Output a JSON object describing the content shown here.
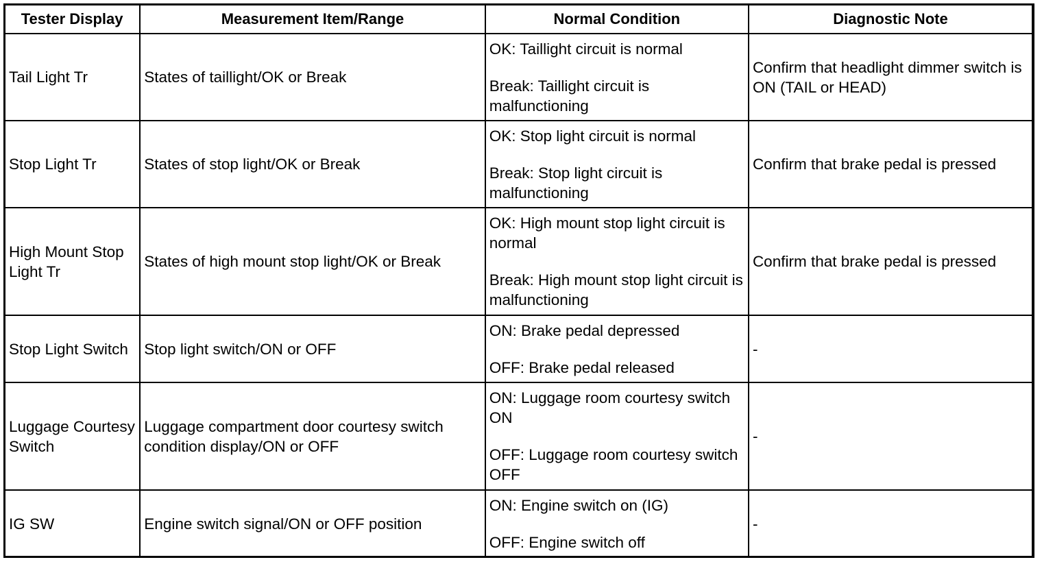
{
  "headers": [
    "Tester Display",
    "Measurement Item/Range",
    "Normal Condition",
    "Diagnostic Note"
  ],
  "rows": [
    {
      "tester": "Tail Light Tr",
      "item": "States of taillight/OK or Break",
      "cond1": "OK: Taillight circuit is normal",
      "cond2": "Break: Taillight circuit is malfunctioning",
      "note": "Confirm that headlight dimmer switch is ON (TAIL or HEAD)"
    },
    {
      "tester": "Stop Light Tr",
      "item": "States of stop light/OK or Break",
      "cond1": "OK: Stop light circuit is normal",
      "cond2": "Break: Stop light circuit is malfunctioning",
      "note": "Confirm that brake pedal is pressed"
    },
    {
      "tester": "High Mount Stop Light Tr",
      "item": "States of high mount stop light/OK or Break",
      "cond1": "OK: High mount stop light circuit is normal",
      "cond2": "Break: High mount stop light circuit is malfunctioning",
      "note": "Confirm that brake pedal is pressed"
    },
    {
      "tester": "Stop Light Switch",
      "item": "Stop light switch/ON or OFF",
      "cond1": "ON: Brake pedal depressed",
      "cond2": "OFF: Brake pedal released",
      "note": "-"
    },
    {
      "tester": "Luggage Courtesy Switch",
      "item": "Luggage compartment door courtesy switch condition display/ON or OFF",
      "cond1": "ON: Luggage room courtesy switch ON",
      "cond2": "OFF: Luggage room courtesy switch OFF",
      "note": "-"
    },
    {
      "tester": "IG SW",
      "item": "Engine switch signal/ON or OFF position",
      "cond1": "ON: Engine switch on (IG)",
      "cond2": "OFF: Engine switch off",
      "note": "-"
    }
  ]
}
